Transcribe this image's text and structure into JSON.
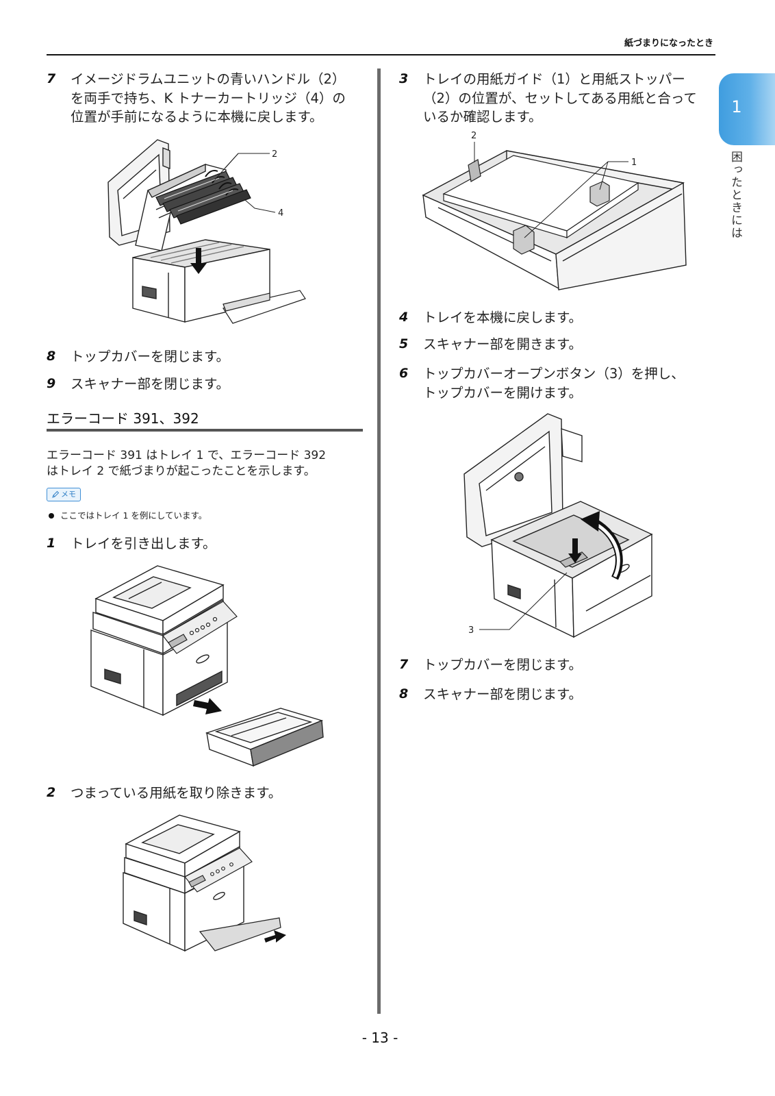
{
  "header": {
    "running_title": "紙づまりになったとき"
  },
  "side_tab": {
    "chapter_number": "1",
    "chapter_title": "困ったときには",
    "color": "#4fa6e2"
  },
  "left_column": {
    "step_7": {
      "num": "7",
      "lines": [
        "イメージドラムユニットの青いハンドル（2）",
        "を両手で持ち、K トナーカートリッジ（4）の",
        "位置が手前になるように本機に戻します。"
      ]
    },
    "figure_drum": {
      "callouts": [
        "2",
        "4"
      ]
    },
    "step_8": {
      "num": "8",
      "lines": [
        "トップカバーを閉じます。"
      ]
    },
    "step_9": {
      "num": "9",
      "lines": [
        "スキャナー部を閉じます。"
      ]
    },
    "section": {
      "heading": "エラーコード 391、392",
      "intro": [
        "エラーコード 391 はトレイ 1 で、エラーコード 392",
        "はトレイ 2 で紙づまりが起こったことを示します。"
      ],
      "memo": {
        "icon": "pencil-icon",
        "label": "メモ",
        "items": [
          "ここではトレイ 1 を例にしています。"
        ]
      }
    },
    "step_1": {
      "num": "1",
      "lines": [
        "トレイを引き出します。"
      ]
    },
    "step_2": {
      "num": "2",
      "lines": [
        "つまっている用紙を取り除きます。"
      ]
    }
  },
  "right_column": {
    "step_3": {
      "num": "3",
      "lines": [
        "トレイの用紙ガイド（1）と用紙ストッパー",
        "（2）の位置が、セットしてある用紙と合って",
        "いるか確認します。"
      ]
    },
    "figure_tray": {
      "callouts": [
        "2",
        "1"
      ]
    },
    "step_4": {
      "num": "4",
      "lines": [
        "トレイを本機に戻します。"
      ]
    },
    "step_5": {
      "num": "5",
      "lines": [
        "スキャナー部を開きます。"
      ]
    },
    "step_6": {
      "num": "6",
      "lines": [
        "トップカバーオープンボタン（3）を押し、",
        "トップカバーを開けます。"
      ]
    },
    "figure_open_cover": {
      "callouts": [
        "3"
      ]
    },
    "step_7": {
      "num": "7",
      "lines": [
        "トップカバーを閉じます。"
      ]
    },
    "step_8": {
      "num": "8",
      "lines": [
        "スキャナー部を閉じます。"
      ]
    }
  },
  "footer": {
    "page_number": "- 13 -"
  }
}
